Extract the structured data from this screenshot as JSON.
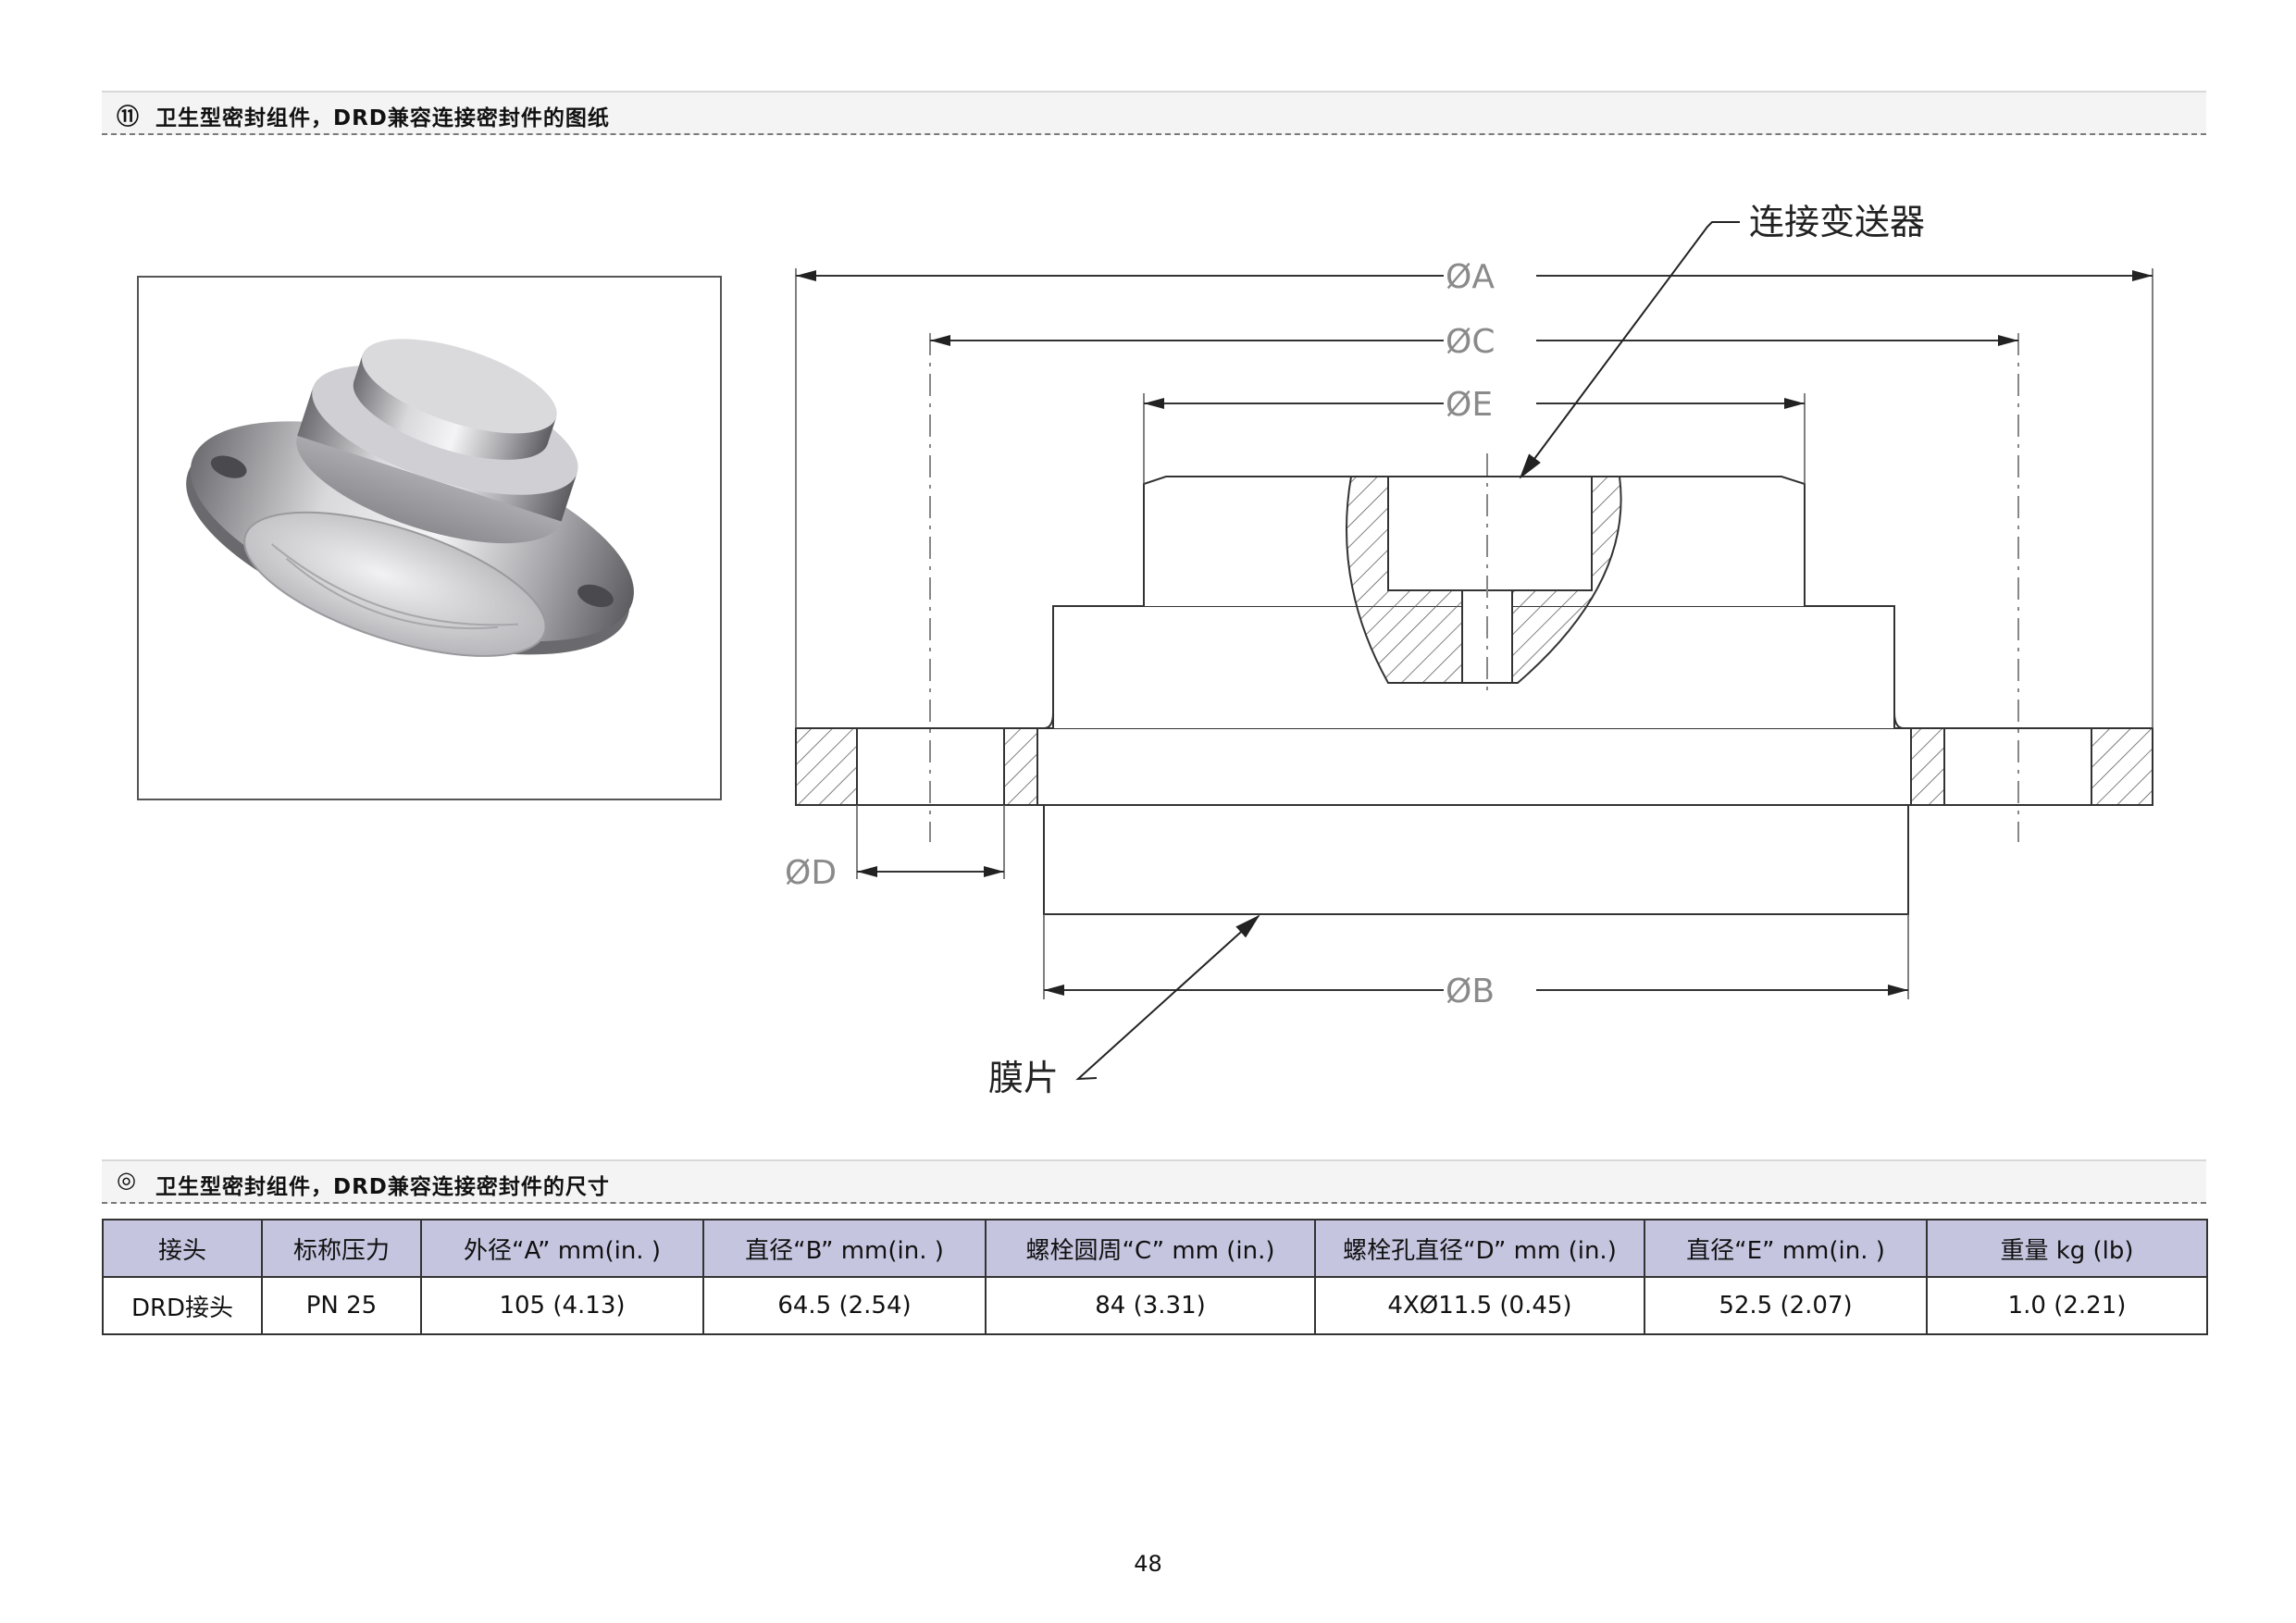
{
  "section1": {
    "num": "⑪",
    "title": "卫生型密封组件，DRD兼容连接密封件的图纸"
  },
  "section2": {
    "num": "◎",
    "title": "卫生型密封组件，DRD兼容连接密封件的尺寸"
  },
  "drawing": {
    "dim_a": "ØA",
    "dim_b": "ØB",
    "dim_c": "ØC",
    "dim_d": "ØD",
    "dim_e": "ØE",
    "callout_transmitter": "连接变送器",
    "callout_diaphragm": "膜片"
  },
  "table": {
    "headers": [
      "接头",
      "标称压力",
      "外径“A” mm(in. )",
      "直径“B” mm(in. )",
      "螺栓圆周“C” mm (in.)",
      "螺栓孔直径“D” mm (in.)",
      "直径“E” mm(in. )",
      "重量 kg (lb)"
    ],
    "rows": [
      [
        "DRD接头",
        "PN 25",
        "105 (4.13)",
        "64.5 (2.54)",
        "84 (3.31)",
        "4XØ11.5 (0.45)",
        "52.5 (2.07)",
        "1.0 (2.21)"
      ]
    ]
  },
  "page_number": "48"
}
